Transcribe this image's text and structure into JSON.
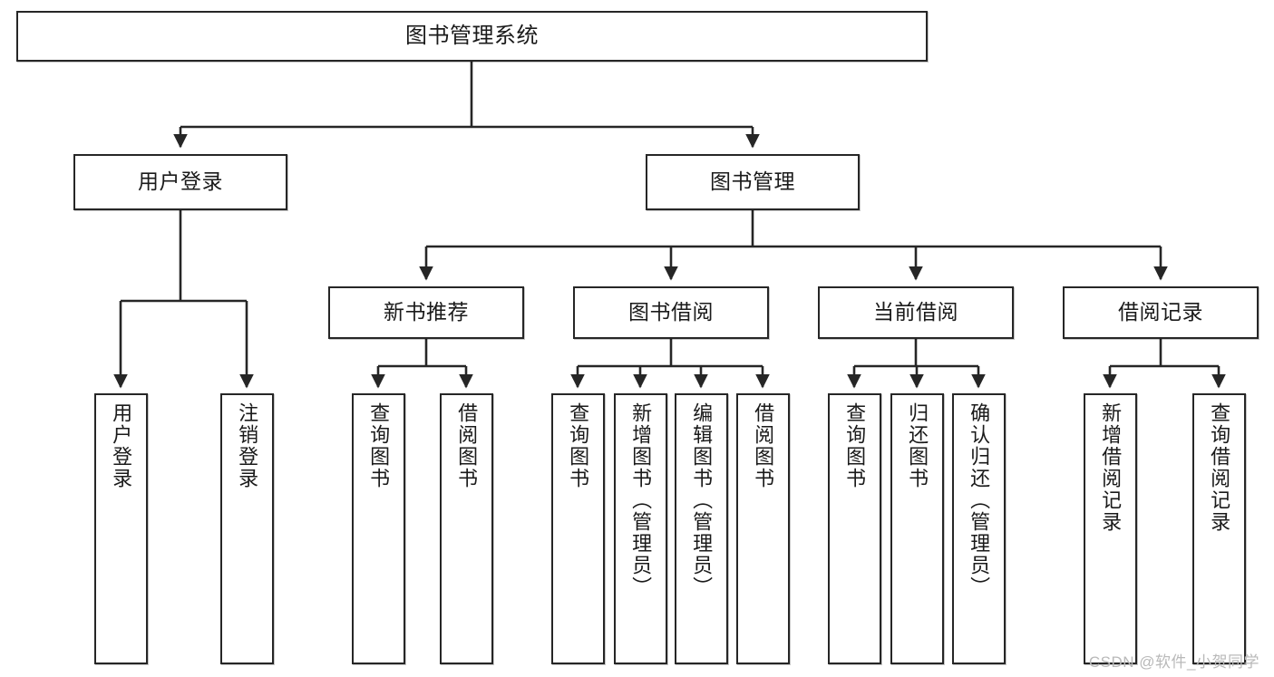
{
  "diagram": {
    "title": "图书管理系统",
    "type": "tree",
    "colors": {
      "box_border": "#262626",
      "box_fill": "#ffffff",
      "connector": "#262626",
      "text": "#1a1a1a",
      "watermark": "#b9b9b9",
      "background": "#ffffff"
    },
    "nodes": {
      "root": {
        "label": "图书管理系统",
        "orientation": "horizontal"
      },
      "user_login": {
        "label": "用户登录",
        "orientation": "horizontal"
      },
      "book_manage": {
        "label": "图书管理",
        "orientation": "horizontal"
      },
      "new_book_rec": {
        "label": "新书推荐",
        "orientation": "horizontal"
      },
      "book_borrow": {
        "label": "图书借阅",
        "orientation": "horizontal"
      },
      "current_borrow": {
        "label": "当前借阅",
        "orientation": "horizontal"
      },
      "borrow_record": {
        "label": "借阅记录",
        "orientation": "horizontal"
      },
      "leaf_user_login": {
        "label": "用户登录",
        "orientation": "vertical"
      },
      "leaf_logout": {
        "label": "注销登录",
        "orientation": "vertical"
      },
      "leaf_query_book_1": {
        "label": "查询图书",
        "orientation": "vertical"
      },
      "leaf_borrow_book_1": {
        "label": "借阅图书",
        "orientation": "vertical"
      },
      "leaf_query_book_2": {
        "label": "查询图书",
        "orientation": "vertical"
      },
      "leaf_add_book": {
        "label": "新增图书（管理员）",
        "orientation": "vertical"
      },
      "leaf_edit_book": {
        "label": "编辑图书（管理员）",
        "orientation": "vertical"
      },
      "leaf_borrow_book_2": {
        "label": "借阅图书",
        "orientation": "vertical"
      },
      "leaf_query_book_3": {
        "label": "查询图书",
        "orientation": "vertical"
      },
      "leaf_return_book": {
        "label": "归还图书",
        "orientation": "vertical"
      },
      "leaf_confirm_return": {
        "label": "确认归还（管理员）",
        "orientation": "vertical"
      },
      "leaf_add_record": {
        "label": "新增借阅记录",
        "orientation": "vertical"
      },
      "leaf_query_record": {
        "label": "查询借阅记录",
        "orientation": "vertical"
      }
    },
    "edges": [
      {
        "from": "root",
        "to": "user_login"
      },
      {
        "from": "root",
        "to": "book_manage"
      },
      {
        "from": "user_login",
        "to": "leaf_user_login"
      },
      {
        "from": "user_login",
        "to": "leaf_logout"
      },
      {
        "from": "book_manage",
        "to": "new_book_rec"
      },
      {
        "from": "book_manage",
        "to": "book_borrow"
      },
      {
        "from": "book_manage",
        "to": "current_borrow"
      },
      {
        "from": "book_manage",
        "to": "borrow_record"
      },
      {
        "from": "new_book_rec",
        "to": "leaf_query_book_1"
      },
      {
        "from": "new_book_rec",
        "to": "leaf_borrow_book_1"
      },
      {
        "from": "book_borrow",
        "to": "leaf_query_book_2"
      },
      {
        "from": "book_borrow",
        "to": "leaf_add_book"
      },
      {
        "from": "book_borrow",
        "to": "leaf_edit_book"
      },
      {
        "from": "book_borrow",
        "to": "leaf_borrow_book_2"
      },
      {
        "from": "current_borrow",
        "to": "leaf_query_book_3"
      },
      {
        "from": "current_borrow",
        "to": "leaf_return_book"
      },
      {
        "from": "current_borrow",
        "to": "leaf_confirm_return"
      },
      {
        "from": "borrow_record",
        "to": "leaf_add_record"
      },
      {
        "from": "borrow_record",
        "to": "leaf_query_record"
      }
    ]
  },
  "watermark": {
    "text": "CSDN @软件_小贺同学"
  }
}
